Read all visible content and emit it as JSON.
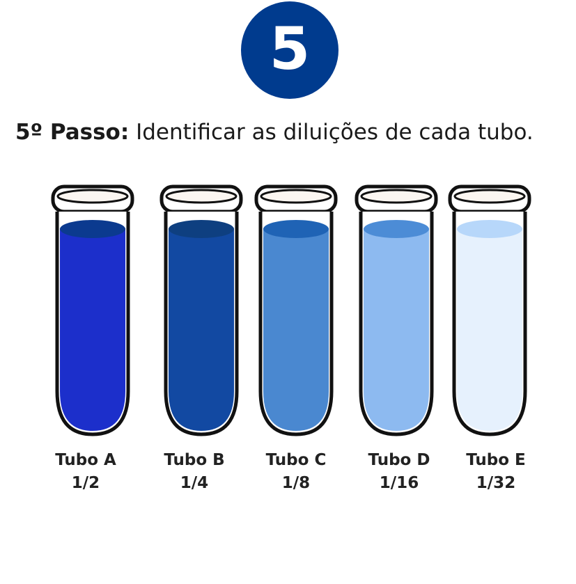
{
  "step": {
    "number": "5",
    "badge_color": "#003b8e"
  },
  "instruction": {
    "label": "5º Passo:",
    "text": " Identificar as diluições de cada tubo."
  },
  "tubes": [
    {
      "name": "Tubo A",
      "dilution": "1/2",
      "liquid_color": "#1c2fcb",
      "surface_color": "#0b3a8f"
    },
    {
      "name": "Tubo B",
      "dilution": "1/4",
      "liquid_color": "#1249a2",
      "surface_color": "#0e3f80"
    },
    {
      "name": "Tubo C",
      "dilution": "1/8",
      "liquid_color": "#4a88d0",
      "surface_color": "#1f63b5"
    },
    {
      "name": "Tubo D",
      "dilution": "1/16",
      "liquid_color": "#8dbaf0",
      "surface_color": "#4c8cd6"
    },
    {
      "name": "Tubo E",
      "dilution": "1/32",
      "liquid_color": "#e6f1fd",
      "surface_color": "#b7d7fa"
    }
  ]
}
